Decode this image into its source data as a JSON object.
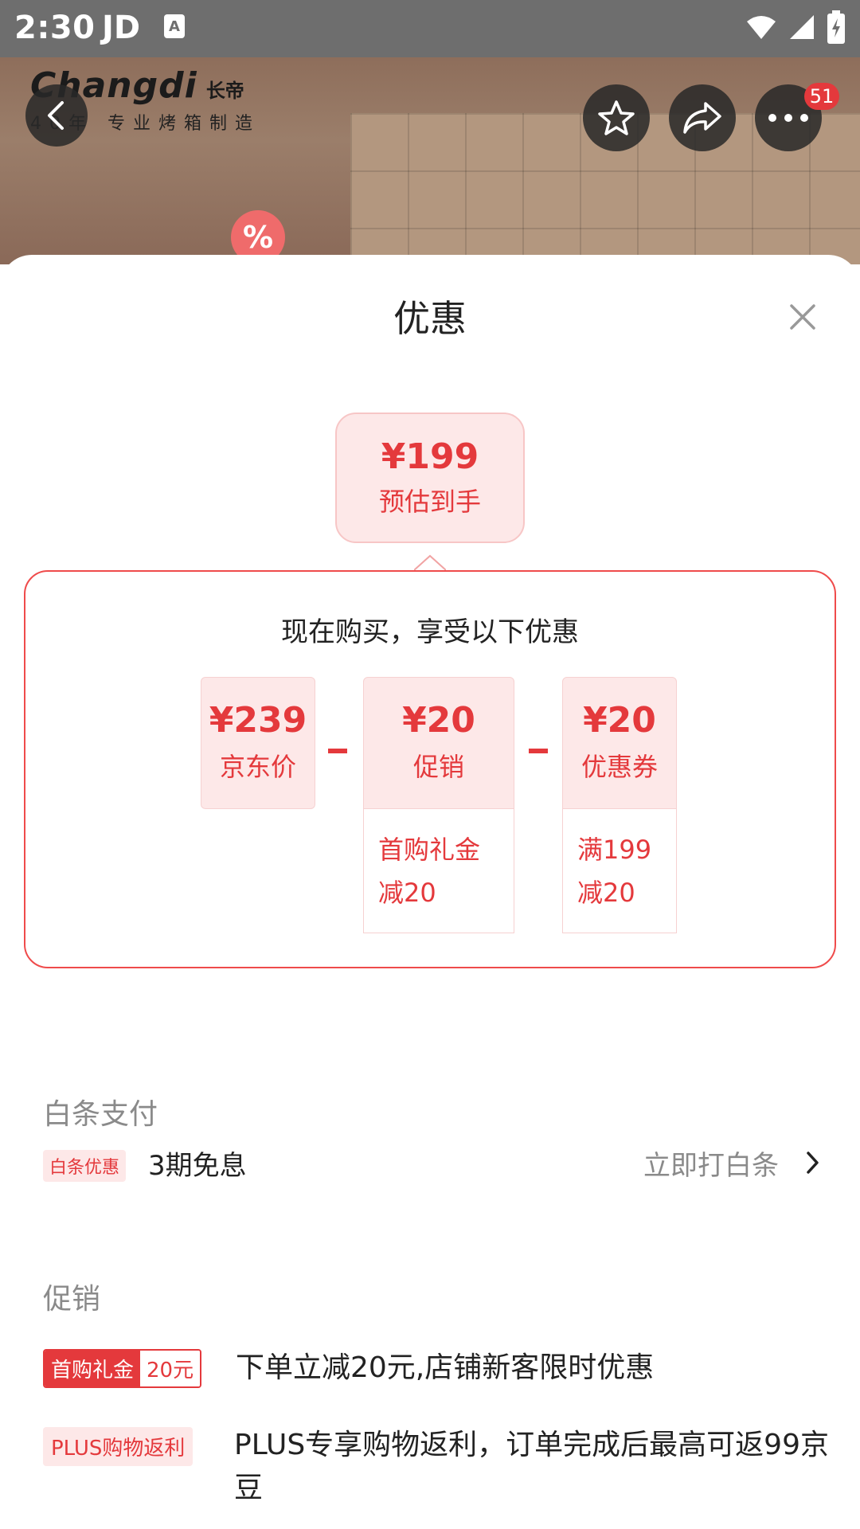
{
  "status_bar": {
    "time": "2:30",
    "app": "JD",
    "ime_glyph": "A"
  },
  "header": {
    "brand_name": "Changdi",
    "brand_cn": "长帝",
    "brand_sub": "40年 专业烤箱制造",
    "sticker": "%",
    "cart_badge": "51"
  },
  "sheet": {
    "title": "优惠",
    "estimate": {
      "price": "¥199",
      "label": "预估到手"
    },
    "discount": {
      "heading": "现在购买，享受以下优惠",
      "price_card": {
        "amount": "¥239",
        "label": "京东价"
      },
      "promo_card": {
        "amount": "¥20",
        "label": "促销",
        "detail_line1": "首购礼金",
        "detail_line2": "减20"
      },
      "coupon_card": {
        "amount": "¥20",
        "label": "优惠券",
        "detail_line1": "满199",
        "detail_line2": "减20"
      }
    }
  },
  "baitiao": {
    "section_title": "白条支付",
    "tag": "白条优惠",
    "text": "3期免息",
    "action": "立即打白条"
  },
  "promotion": {
    "section_title": "促销",
    "first_buy_tag_left": "首购礼金",
    "first_buy_tag_right": "20元",
    "first_buy_text": "下单立减20元,店铺新客限时优惠",
    "plus_tag": "PLUS购物返利",
    "plus_text": "PLUS专享购物返利，订单完成后最高可返99京豆"
  },
  "colors": {
    "accent": "#e4393c",
    "accent_light": "#fde8e8",
    "status_bar": "#6e6e6e"
  },
  "icons": [
    "back-arrow-icon",
    "star-icon",
    "share-icon",
    "more-icon",
    "close-icon",
    "chevron-right-icon",
    "wifi-icon",
    "signal-icon",
    "battery-icon"
  ]
}
